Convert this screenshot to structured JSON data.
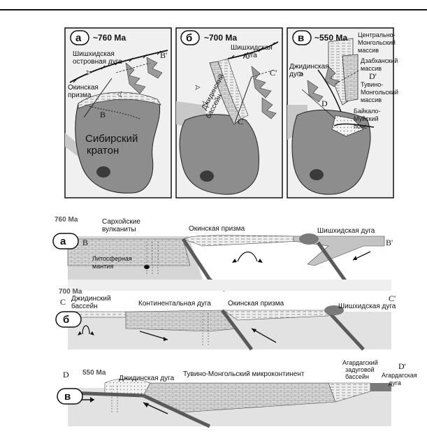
{
  "maps": {
    "a": {
      "badge": "а",
      "age": "~760 Ма",
      "arc": [
        "Шишхидская",
        "островная дуга"
      ],
      "prism": [
        "Окинская",
        "призма"
      ],
      "craton": [
        "Сибирский",
        "кратон"
      ],
      "p1": "B'",
      "p2": "B"
    },
    "b": {
      "badge": "б",
      "age": "~700 Ма",
      "arc": [
        "Шишхидская",
        "дуга"
      ],
      "basin": [
        "Джидинский",
        "бассейн"
      ],
      "p1": "C'",
      "p2": "C"
    },
    "c": {
      "badge": "в",
      "age": "~550 Ма",
      "arc": [
        "Джидинская",
        "дуга"
      ],
      "cm": [
        "Центрально-",
        "Монгольский",
        "массив"
      ],
      "dz": [
        "Дзабханский",
        "массив"
      ],
      "tm": [
        "Тувино-",
        "Монгольский",
        "массив"
      ],
      "bm": [
        "Байкало-",
        "Муйский",
        "пояс"
      ],
      "p1": "D'",
      "p2": "D"
    }
  },
  "sections": {
    "a": {
      "badge": "а",
      "age": "760 Ма",
      "left": "B",
      "right": "B'",
      "volc": [
        "Сархойские",
        "вулканиты"
      ],
      "prism": "Окинская призма",
      "arc": "Шишхидская дуга",
      "mantle": [
        "Литосферная",
        "мантия"
      ]
    },
    "b": {
      "badge": "б",
      "age": "700 Ма",
      "left": "C",
      "right": "C'",
      "basin": [
        "Джидинский",
        "бассейн"
      ],
      "carc": "Континентальная дуга",
      "prism": "Окинская призма",
      "arc": "Шишхидская дуга"
    },
    "c": {
      "badge": "в",
      "age": "550 Ма",
      "left": "D",
      "right": "D'",
      "arc": "Джидинская дуга",
      "micro": "Тувино-Монгольский микроконтинент",
      "backarc": [
        "Агардагский",
        "задуговой",
        "бассейн"
      ],
      "aarc": [
        "Агардагская",
        "дуга"
      ]
    }
  },
  "colors": {
    "craton": "#8d8d8d",
    "ocean": "#e9e9e9",
    "line": "#111111",
    "plate": "#5a5a5a"
  }
}
